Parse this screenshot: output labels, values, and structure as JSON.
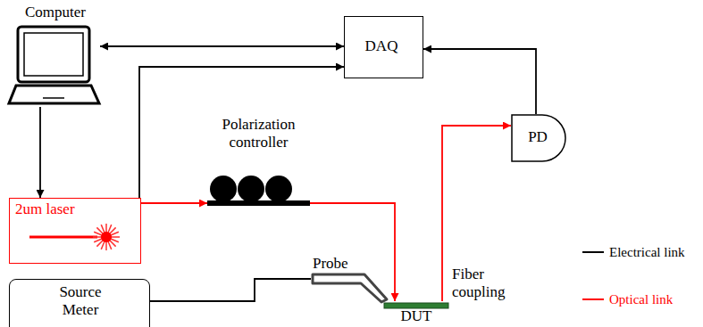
{
  "diagram": {
    "nodes": [
      {
        "text": [
          "Computer"
        ]
      },
      {
        "text": [
          "DAQ"
        ]
      },
      {
        "text": [
          "2um laser"
        ]
      },
      {
        "text": [
          "Polarization controller"
        ]
      },
      {
        "text": [
          "PD"
        ]
      },
      {
        "text": [
          "Probe"
        ]
      },
      {
        "text": [
          "Source Meter"
        ]
      },
      {
        "text": [
          "DUT"
        ]
      }
    ],
    "edges": [
      {
        "from": 0,
        "to": 1,
        "arrow": "both"
      },
      {
        "from": 2,
        "to": 1,
        "arrow": "to"
      },
      {
        "from": 0,
        "to": 2,
        "arrow": "to"
      },
      {
        "from": 2,
        "to": 3,
        "arrow": "to"
      },
      {
        "from": 3,
        "to": 7,
        "arrow": "to"
      },
      {
        "from": 7,
        "to": 4,
        "arrow": "to"
      },
      {
        "from": 4,
        "to": 1,
        "arrow": "to"
      },
      {
        "from": 6,
        "to": 5,
        "arrow": "none"
      }
    ],
    "labels": [
      "Fiber coupling"
    ],
    "legend": [
      {
        "text": "Electrical link"
      },
      {
        "text": "Optical link"
      }
    ]
  }
}
